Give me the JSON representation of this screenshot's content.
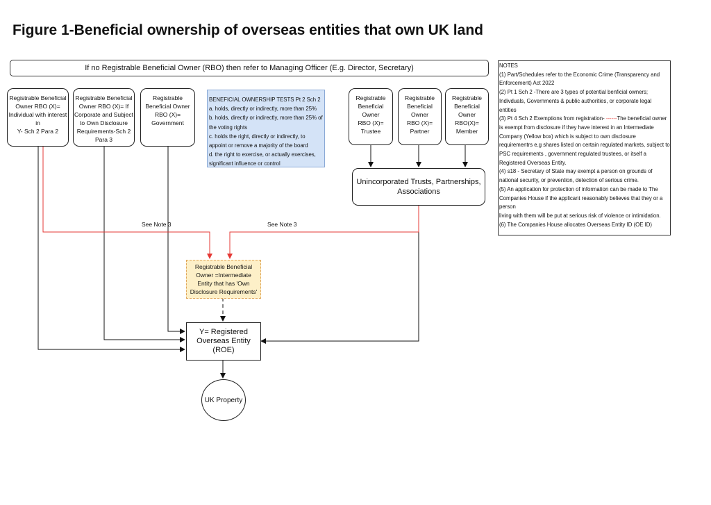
{
  "title": "Figure 1-Beneficial ownership of overseas entities that own UK land",
  "banner": "If no Registrable Beneficial Owner (RBO) then refer to Managing Officer (E.g. Director, Secretary)",
  "rbo_boxes": [
    "Registrable Beneficial\nOwner RBO (X)=\nIndividual with interest in\nY- Sch 2 Para 2",
    "Registrable Beneficial\nOwner RBO (X)=  If\nCorporate and Subject\nto Own Disclosure\nRequirements-Sch 2\nPara 3",
    "Registrable\nBeneficial Owner\nRBO (X)=\nGovernment",
    "Registrable\nBeneficial Owner\nRBO (X)=\nTrustee",
    "Registrable\nBeneficial Owner\nRBO (X)=\nPartner",
    "Registrable\nBeneficial Owner\nRBO(X)=\nMember"
  ],
  "tests": {
    "heading": "BENEFICIAL OWNERSHIP TESTS Pt 2 Sch 2",
    "items": [
      "a. holds, directly or indirectly, more than 25%",
      "b. holds, directly or indirectly, more than 25% of\nthe voting rights",
      "c. holds the right, directly or indirectly, to\nappoint or remove a majority of the board",
      "d. the right to exercise, or actually exercises,\nsignificant influence or control"
    ]
  },
  "unincorporated": "Unincorporated Trusts, Partnerships,\nAssociations",
  "intermediate": "Registrable Beneficial\nOwner =Intermediate\nEntity that has 'Own\nDisclosure Requirements'",
  "roe": "Y= Registered\nOverseas Entity\n(ROE)",
  "property": "UK Property",
  "see_note_left": "See Note 3",
  "see_note_right": "See Note 3",
  "notes": {
    "heading": "NOTES",
    "n1": "(1) Part/Schedules refer to the Economic Crime (Transparency and Enforcement) Act 2022",
    "n2": "(2) Pt 1 Sch 2 -There are 3 types of potential benficial owners; Indivduals, Governments & public authorities, or corporate legal entities",
    "n3_a": "(3) Pt 4 Sch 2 Exemptions from registration- ",
    "n3_dash": "------",
    "n3_b": "The beneficial owner is exempt from disclosure if they have interest in an Intermediate Company (Yellow box) which is subject to own disclosure requirementrs e.g shares listed on certain regulated markets, subject to PSC requirements , government regulated trustees, or itself a Registered Overseas Entity.",
    "n4": "(4) s18 - Secretary of State may exempt a person on grounds of national security, or prevention, detection of serious crime.",
    "n5_a": "(5) An application for protection of information can be made to The Companies House if the applicant reasonably believes that they or a person",
    "n5_b": "living with them will be put at serious risk of violence or intimidation.",
    "n6": "(6) The Companies House allocates Overseas Entity ID (OE ID)"
  },
  "colors": {
    "red_connector": "#e53935",
    "tests_fill": "#d4e3f7",
    "intermediate_fill": "#fdf0c8"
  }
}
